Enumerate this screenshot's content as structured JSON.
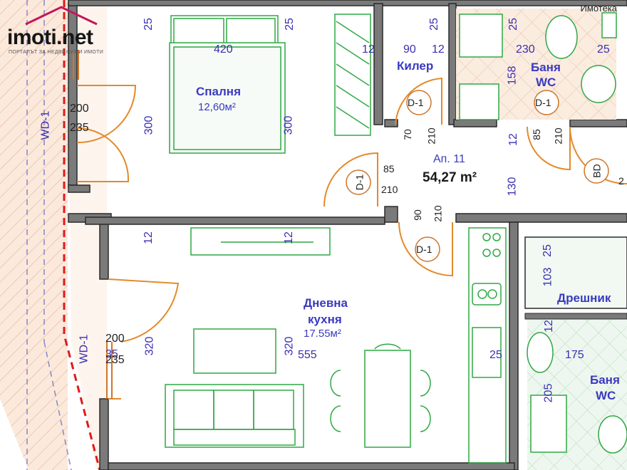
{
  "watermark": "Имотека",
  "logo": {
    "brand": "imoti.net",
    "tagline": "ПОРТАЛЪТ ЗА НЕДВИЖИМИ ИМОТИ"
  },
  "apartment": {
    "name": "Ап. 11",
    "area": "54,27 m²"
  },
  "rooms": {
    "bedroom": {
      "name": "Спалня",
      "area": "12,60м²",
      "width": "420",
      "height_left": "300",
      "height_right": "300",
      "top_left": "25",
      "top_right": "25"
    },
    "living": {
      "name_line1": "Дневна",
      "name_line2": "кухня",
      "area": "17.55м²",
      "width": "555",
      "height_left": "320",
      "height_right": "320",
      "top_left": "12",
      "top_right": "12"
    },
    "storage": {
      "name": "Килер",
      "width": "90",
      "wall": "12"
    },
    "bathroom": {
      "name_line1": "Баня",
      "name_line2": "WC",
      "width": "230",
      "height": "158",
      "wall": "25",
      "wall_top": "25"
    },
    "wardrobe": {
      "name": "Дрешник",
      "dim_a": "25",
      "dim_b": "103"
    },
    "bathroom2": {
      "name_line1": "Баня",
      "name_line2": "WC",
      "width": "175",
      "wall": "12",
      "height": "205"
    }
  },
  "windows": [
    {
      "code": "WD-1",
      "w": "200",
      "h": "235"
    },
    {
      "code": "WD-1",
      "w": "200",
      "h": "235",
      "sill": "35"
    }
  ],
  "doors": [
    {
      "code": "D-1",
      "w": "70",
      "h": "210"
    },
    {
      "code": "D-1",
      "w": "85",
      "h": "210"
    },
    {
      "code": "D-1",
      "w": "85",
      "h": "210"
    },
    {
      "code": "D-1",
      "w": "90",
      "h": "210"
    },
    {
      "code": "BD",
      "w": "2"
    }
  ],
  "misc_dims": {
    "wardrobe_12": "12",
    "hall_12": "12",
    "hall_130": "130",
    "kitchen_25": "25"
  }
}
